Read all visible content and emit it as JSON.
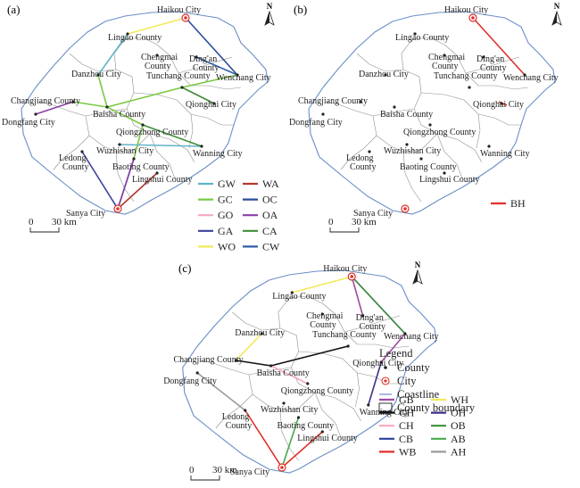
{
  "panels": [
    {
      "id": "a",
      "label": "(a)",
      "places": [
        {
          "name": "Haikou City",
          "type": "city"
        },
        {
          "name": "Lingao County",
          "type": "county"
        },
        {
          "name": "Chengmai County",
          "type": "county"
        },
        {
          "name": "Ding'an County",
          "type": "county"
        },
        {
          "name": "Danzhou City",
          "type": "county"
        },
        {
          "name": "Wenchang City",
          "type": "county"
        },
        {
          "name": "Changjiang County",
          "type": "county"
        },
        {
          "name": "Tunchang County",
          "type": "county"
        },
        {
          "name": "Baisha County",
          "type": "county"
        },
        {
          "name": "Qionghai City",
          "type": "county"
        },
        {
          "name": "Dongfang City",
          "type": "county"
        },
        {
          "name": "Qiongzhong County",
          "type": "county"
        },
        {
          "name": "Ledong County",
          "type": "county"
        },
        {
          "name": "Wuzhishan City",
          "type": "county"
        },
        {
          "name": "Wanning City",
          "type": "county"
        },
        {
          "name": "Baoting County",
          "type": "county"
        },
        {
          "name": "Lingshui County",
          "type": "county"
        },
        {
          "name": "Sanya City",
          "type": "city"
        }
      ],
      "legend": [
        {
          "code": "GW",
          "color": "#5fb4c8"
        },
        {
          "code": "GC",
          "color": "#7ac943"
        },
        {
          "code": "GO",
          "color": "#f4a7c3"
        },
        {
          "code": "GA",
          "color": "#3b3f9a"
        },
        {
          "code": "WO",
          "color": "#f2ea5a"
        },
        {
          "code": "WA",
          "color": "#b23a2e"
        },
        {
          "code": "OC",
          "color": "#2a4d9b"
        },
        {
          "code": "OA",
          "color": "#8a3fa8"
        },
        {
          "code": "CA",
          "color": "#3e8f3a"
        },
        {
          "code": "CW",
          "color": "#2f5fa8"
        }
      ],
      "scale": {
        "zero": "0",
        "distance": "30 km"
      }
    },
    {
      "id": "b",
      "label": "(b)",
      "places": [
        {
          "name": "Haikou City",
          "type": "city"
        },
        {
          "name": "Lingao County",
          "type": "county"
        },
        {
          "name": "Chengmai County",
          "type": "county"
        },
        {
          "name": "Ding'an County",
          "type": "county"
        },
        {
          "name": "Danzhou City",
          "type": "county"
        },
        {
          "name": "Wenchang City",
          "type": "county"
        },
        {
          "name": "Changjiang County",
          "type": "county"
        },
        {
          "name": "Tunchang County",
          "type": "county"
        },
        {
          "name": "Baisha County",
          "type": "county"
        },
        {
          "name": "Qionghai City",
          "type": "county"
        },
        {
          "name": "Dongfang City",
          "type": "county"
        },
        {
          "name": "Qiongzhong County",
          "type": "county"
        },
        {
          "name": "Ledong County",
          "type": "county"
        },
        {
          "name": "Wuzhishan City",
          "type": "county"
        },
        {
          "name": "Wanning City",
          "type": "county"
        },
        {
          "name": "Baoting County",
          "type": "county"
        },
        {
          "name": "Lingshui County",
          "type": "county"
        },
        {
          "name": "Sanya City",
          "type": "city"
        }
      ],
      "legend": [
        {
          "code": "BH",
          "color": "#e0302a"
        }
      ],
      "scale": {
        "zero": "0",
        "distance": "30 km"
      }
    },
    {
      "id": "c",
      "label": "(c)",
      "places": [
        {
          "name": "Haikou City",
          "type": "city"
        },
        {
          "name": "Lingao County",
          "type": "county"
        },
        {
          "name": "Chengmai County",
          "type": "county"
        },
        {
          "name": "Ding'an County",
          "type": "county"
        },
        {
          "name": "Danzhou City",
          "type": "county"
        },
        {
          "name": "Wenchang City",
          "type": "county"
        },
        {
          "name": "Changjiang County",
          "type": "county"
        },
        {
          "name": "Tunchang County",
          "type": "county"
        },
        {
          "name": "Baisha County",
          "type": "county"
        },
        {
          "name": "Qionghai City",
          "type": "county"
        },
        {
          "name": "Dongfang City",
          "type": "county"
        },
        {
          "name": "Qiongzhong County",
          "type": "county"
        },
        {
          "name": "Ledong County",
          "type": "county"
        },
        {
          "name": "Wuzhishan City",
          "type": "county"
        },
        {
          "name": "Wanning City",
          "type": "county"
        },
        {
          "name": "Baoting County",
          "type": "county"
        },
        {
          "name": "Lingshui County",
          "type": "county"
        },
        {
          "name": "Sanya City",
          "type": "city"
        }
      ],
      "legend_title": "Legend",
      "legend_symbols": [
        {
          "label": "County",
          "symbol": "dot"
        },
        {
          "label": "City",
          "symbol": "city-marker"
        },
        {
          "label": "Coastline",
          "symbol": "line"
        },
        {
          "label": "County boundary",
          "symbol": "box"
        }
      ],
      "legend": [
        {
          "code": "GB",
          "color": "#a04aa0"
        },
        {
          "code": "WH",
          "color": "#f2ea5a"
        },
        {
          "code": "GH",
          "color": "#111111"
        },
        {
          "code": "OH",
          "color": "#3b2f8a"
        },
        {
          "code": "CH",
          "color": "#f4a7c3"
        },
        {
          "code": "OB",
          "color": "#3e8f3a"
        },
        {
          "code": "CB",
          "color": "#2a3f9b"
        },
        {
          "code": "AB",
          "color": "#4aa84a"
        },
        {
          "code": "WB",
          "color": "#e0302a"
        },
        {
          "code": "AH",
          "color": "#9a9a9a"
        }
      ],
      "scale": {
        "zero": "0",
        "distance": "30 km"
      }
    }
  ],
  "north_letter": "N"
}
